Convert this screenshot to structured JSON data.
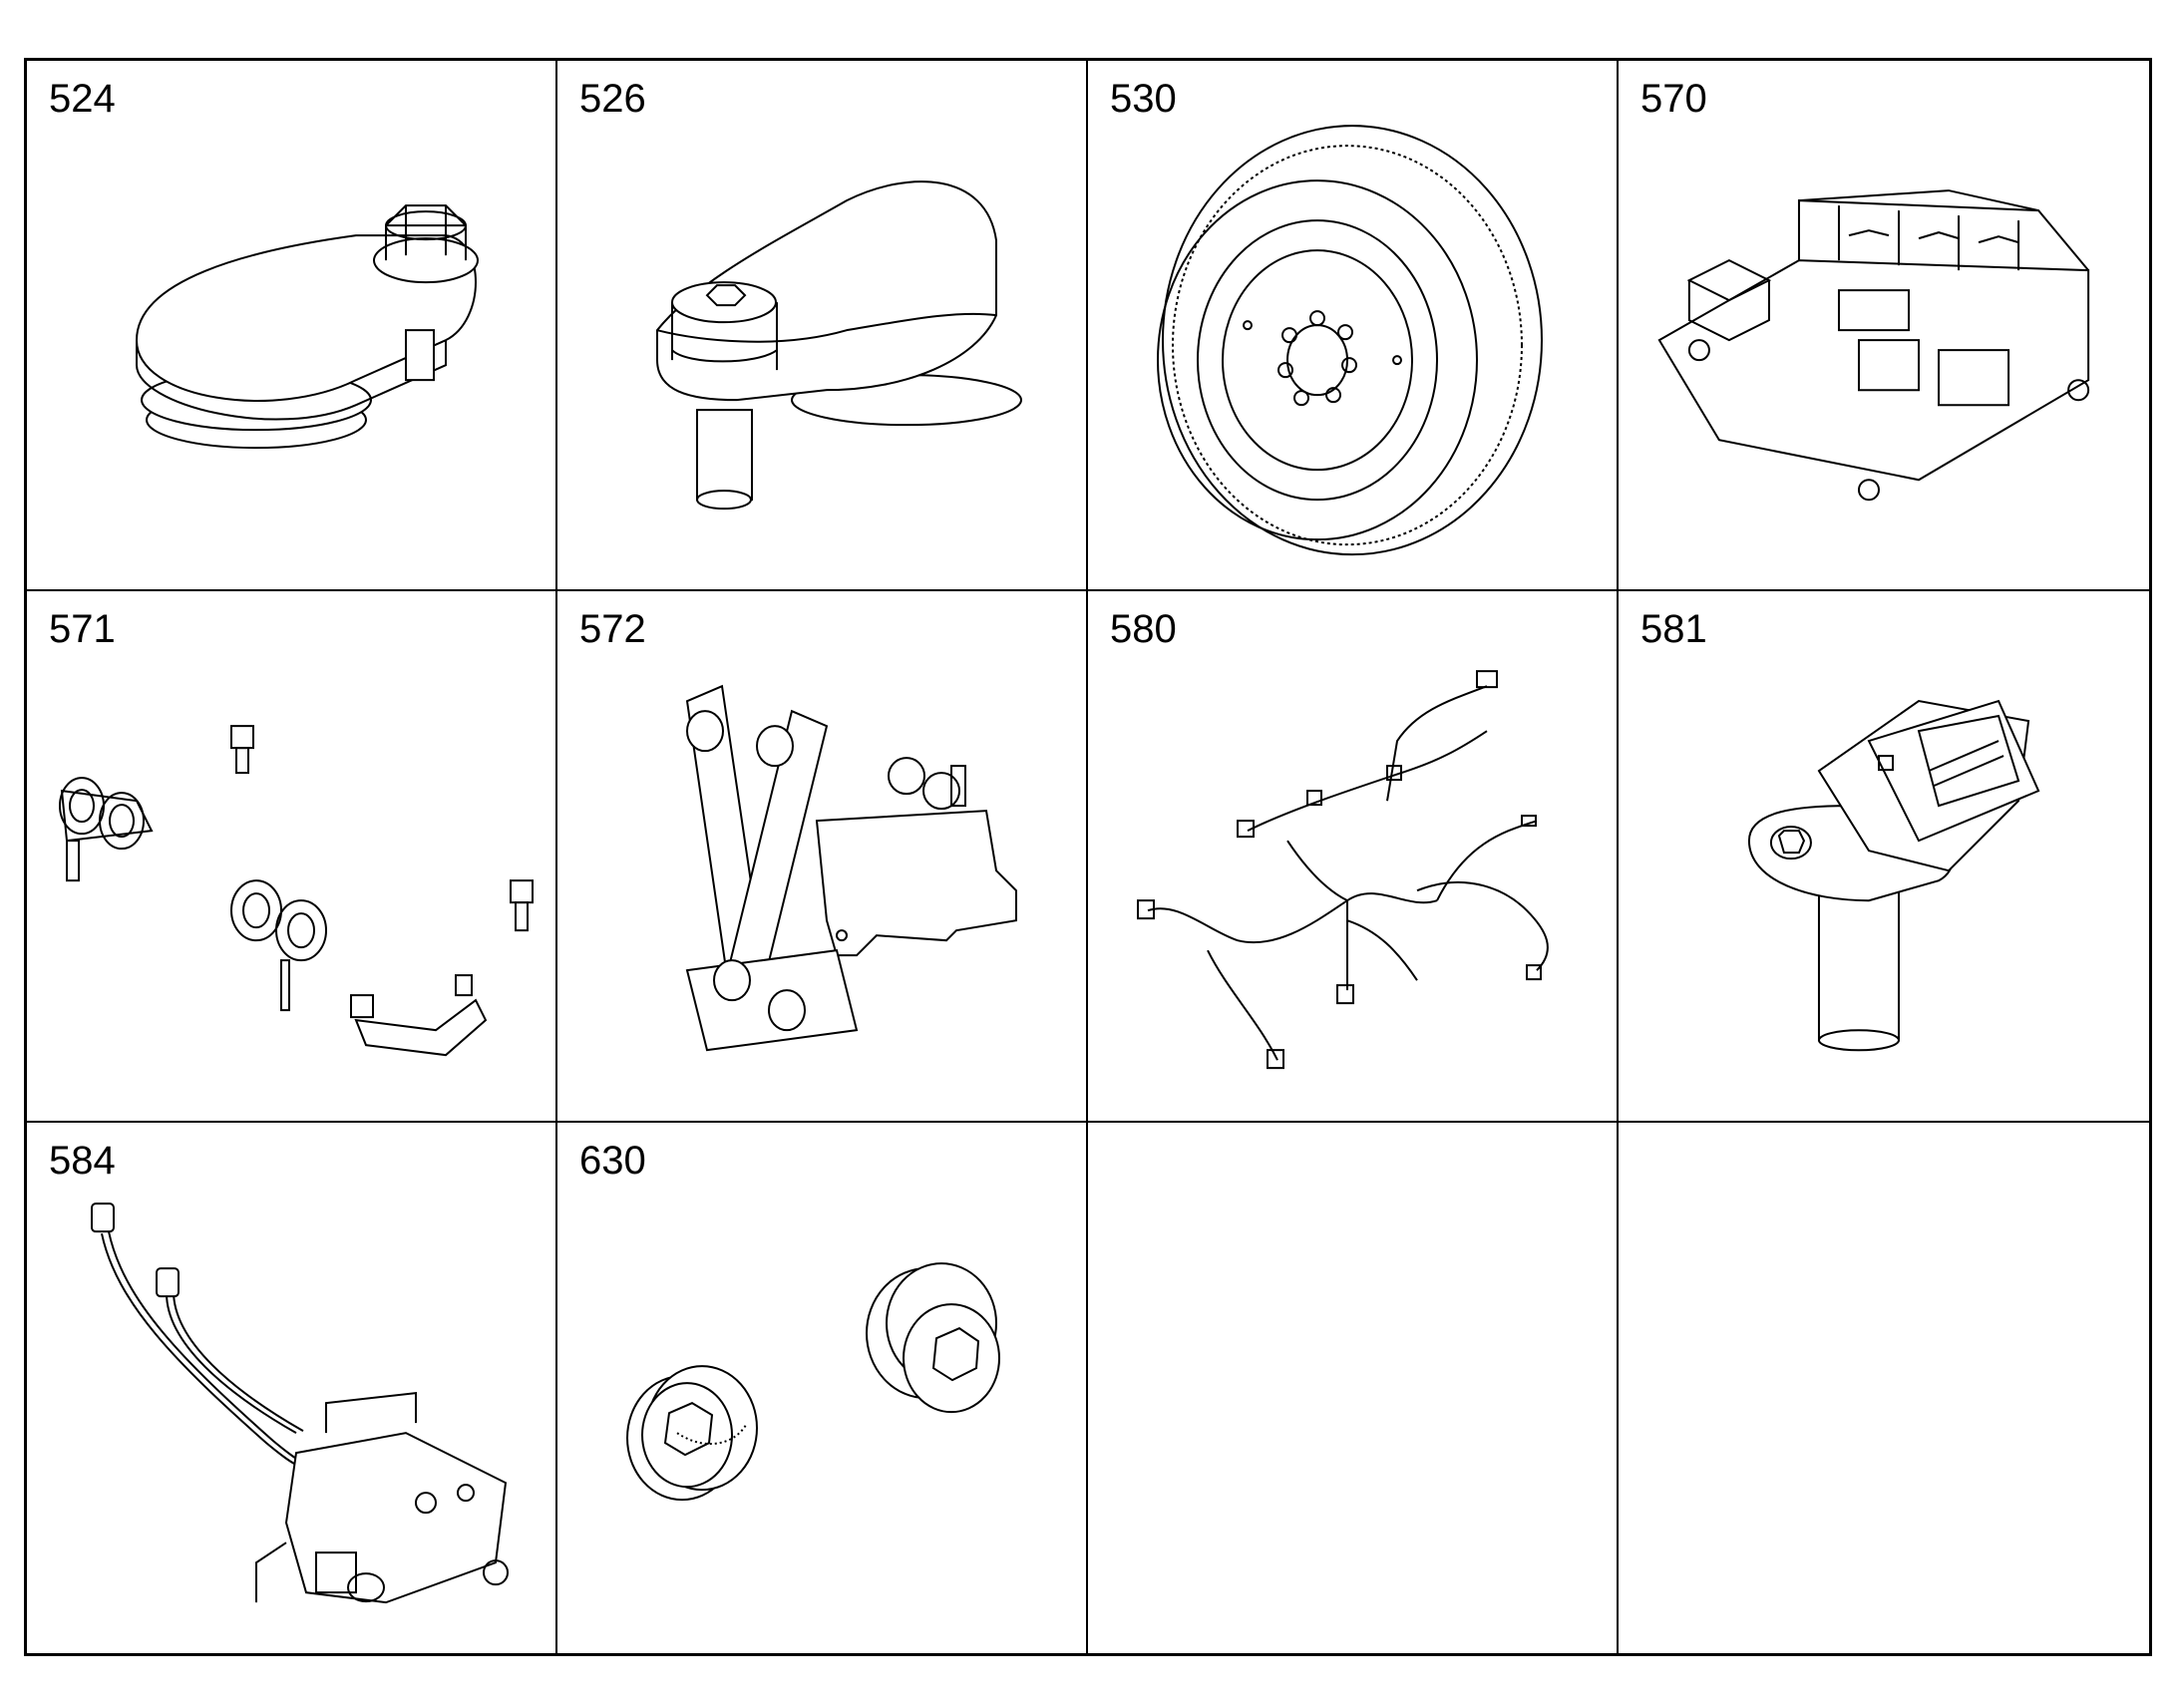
{
  "cells": [
    {
      "number": "524",
      "icon": "drive-gear-cover-icon"
    },
    {
      "number": "526",
      "icon": "eccentric-cover-icon"
    },
    {
      "number": "530",
      "icon": "flywheel-icon"
    },
    {
      "number": "570",
      "icon": "control-unit-icon"
    },
    {
      "number": "571",
      "icon": "clamp-set-icon"
    },
    {
      "number": "572",
      "icon": "mounting-bracket-icon"
    },
    {
      "number": "580",
      "icon": "wiring-harness-icon"
    },
    {
      "number": "581",
      "icon": "speed-sensor-icon"
    },
    {
      "number": "584",
      "icon": "sensor-line-assembly-icon"
    },
    {
      "number": "630",
      "icon": "screw-plug-icon"
    },
    {
      "number": "",
      "icon": ""
    },
    {
      "number": "",
      "icon": ""
    }
  ],
  "colors": {
    "line": "#000000",
    "background": "#ffffff"
  }
}
